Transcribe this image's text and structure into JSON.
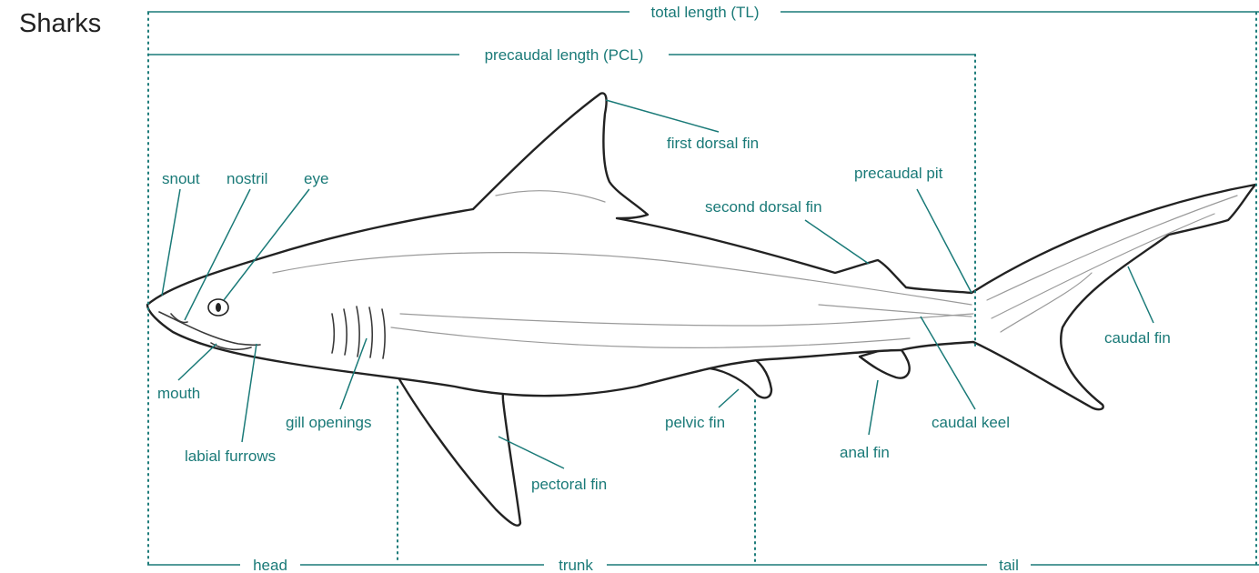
{
  "title": "Sharks",
  "colors": {
    "accent": "#1a7a78",
    "outline": "#222222"
  },
  "measurements": {
    "total_length": "total length (TL)",
    "precaudal_length": "precaudal length (PCL)",
    "head": "head",
    "trunk": "trunk",
    "tail": "tail"
  },
  "labels": {
    "snout": "snout",
    "nostril": "nostril",
    "eye": "eye",
    "mouth": "mouth",
    "labial_furrows": "labial furrows",
    "gill_openings": "gill openings",
    "pectoral_fin": "pectoral fin",
    "first_dorsal_fin": "first dorsal fin",
    "second_dorsal_fin": "second dorsal fin",
    "precaudal_pit": "precaudal pit",
    "caudal_fin": "caudal fin",
    "caudal_keel": "caudal keel",
    "pelvic_fin": "pelvic fin",
    "anal_fin": "anal fin"
  }
}
